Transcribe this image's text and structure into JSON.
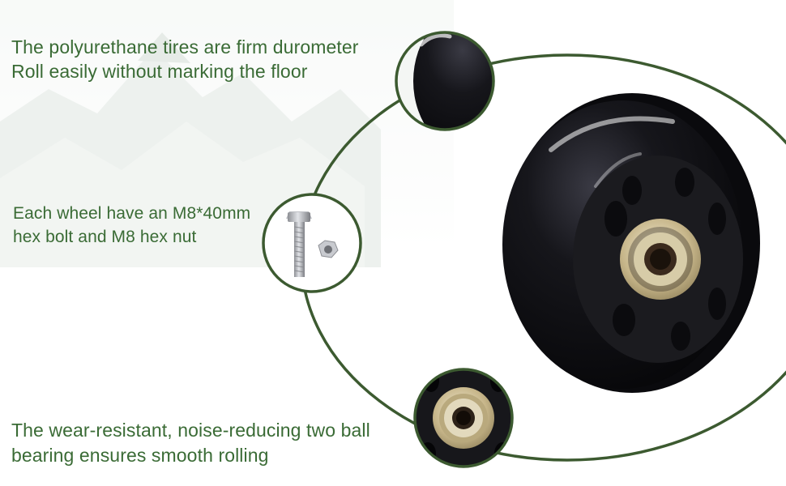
{
  "captions": {
    "tire": {
      "line1": "The polyurethane tires are firm durometer",
      "line2": "Roll easily without marking the floor"
    },
    "bolt": {
      "line1": "Each wheel have an M8*40mm",
      "line2": "hex bolt and M8 hex nut"
    },
    "bearing": {
      "line1": "The wear-resistant, noise-reducing two ball",
      "line2": "bearing ensures smooth rolling"
    }
  },
  "colors": {
    "caption_text": "#3a6b35",
    "ring_stroke": "#3c5a30",
    "tire": "#111116",
    "hub": "#1b1b1f",
    "bearing_metal": "#c9b98f"
  },
  "icons": {
    "tire_detail": "tire-closeup-image",
    "bolt_detail": "bolt-and-nut-image",
    "bearing_detail": "bearing-closeup-image",
    "main_product": "inline-skate-wheel-image"
  }
}
